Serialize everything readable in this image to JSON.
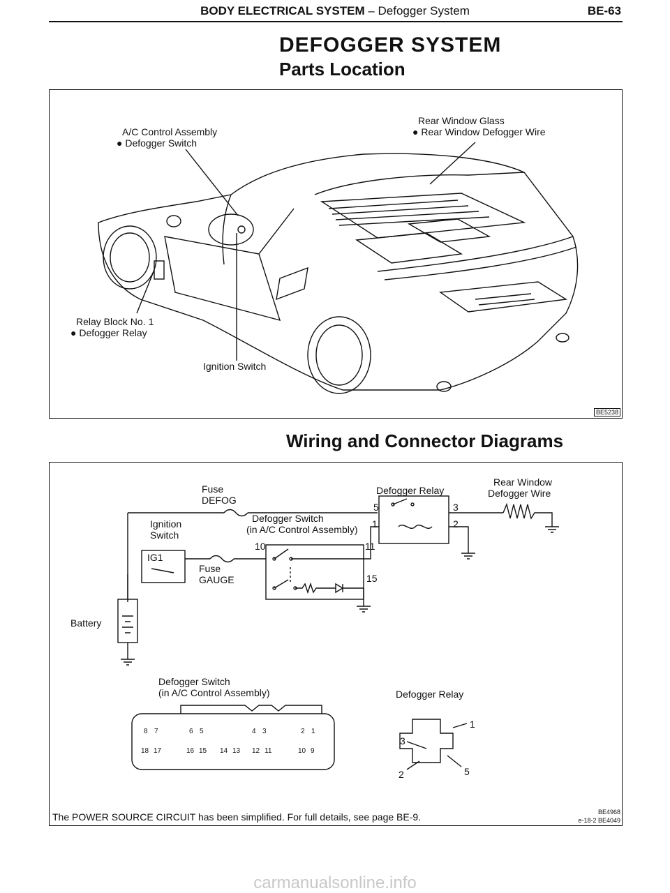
{
  "header": {
    "section": "BODY ELECTRICAL SYSTEM",
    "subsection": " – Defogger System",
    "page": "BE-63"
  },
  "title": "DEFOGGER SYSTEM",
  "parts_location": {
    "heading": "Parts Location",
    "labels": {
      "ac_control": "A/C Control Assembly",
      "ac_control_sub": "● Defogger Switch",
      "rear_glass": "Rear Window Glass",
      "rear_glass_sub": "● Rear Window Defogger Wire",
      "relay_block": "Relay Block No. 1",
      "relay_block_sub": "● Defogger Relay",
      "ignition": "Ignition Switch"
    },
    "figure_code": "BE5238"
  },
  "wiring": {
    "heading": "Wiring and Connector Diagrams",
    "labels": {
      "fuse_defog_1": "Fuse",
      "fuse_defog_2": "DEFOG",
      "defogger_relay": "Defogger Relay",
      "rear_window_1": "Rear Window",
      "rear_window_2": "Defogger Wire",
      "ignition_1": "Ignition",
      "ignition_2": "Switch",
      "ig1": "IG1",
      "defogger_switch_1": "Defogger Switch",
      "defogger_switch_2": "(in A/C Control Assembly)",
      "fuse_gauge_1": "Fuse",
      "fuse_gauge_2": "GAUGE",
      "battery": "Battery",
      "pin_5": "5",
      "pin_3": "3",
      "pin_1": "1",
      "pin_2": "2",
      "pin_10": "10",
      "pin_11": "11",
      "pin_15": "15"
    },
    "connector_switch_1": "Defogger Switch",
    "connector_switch_2": "(in A/C Control Assembly)",
    "connector_relay": "Defogger Relay",
    "switch_pins_top": [
      "8",
      "7",
      "6",
      "5",
      "4",
      "3",
      "2",
      "1"
    ],
    "switch_pins_bottom": [
      "18",
      "17",
      "16",
      "15",
      "14",
      "13",
      "12",
      "11",
      "10",
      "9"
    ],
    "relay_pins": [
      "1",
      "3",
      "5",
      "2"
    ],
    "footnote": "The POWER SOURCE CIRCUIT has been simplified. For full details, see page BE-9.",
    "code_1": "BE4968",
    "code_2": "e-18-2 BE4049"
  },
  "watermark": "carmanualsonline.info"
}
